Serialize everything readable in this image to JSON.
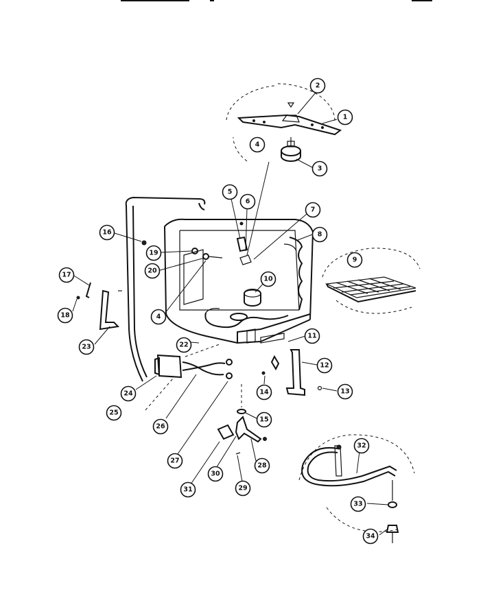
{
  "callouts": [
    {
      "id": "c1",
      "label": "1"
    },
    {
      "id": "c2",
      "label": "2"
    },
    {
      "id": "c3",
      "label": "3"
    },
    {
      "id": "c4a",
      "label": "4"
    },
    {
      "id": "c4b",
      "label": "4"
    },
    {
      "id": "c5",
      "label": "5"
    },
    {
      "id": "c6",
      "label": "6"
    },
    {
      "id": "c7",
      "label": "7"
    },
    {
      "id": "c8",
      "label": "8"
    },
    {
      "id": "c9",
      "label": "9"
    },
    {
      "id": "c10",
      "label": "10"
    },
    {
      "id": "c11",
      "label": "11"
    },
    {
      "id": "c12",
      "label": "12"
    },
    {
      "id": "c13",
      "label": "13"
    },
    {
      "id": "c14",
      "label": "14"
    },
    {
      "id": "c15",
      "label": "15"
    },
    {
      "id": "c16",
      "label": "16"
    },
    {
      "id": "c17",
      "label": "17"
    },
    {
      "id": "c18",
      "label": "18"
    },
    {
      "id": "c19",
      "label": "19"
    },
    {
      "id": "c20",
      "label": "20"
    },
    {
      "id": "c22",
      "label": "22"
    },
    {
      "id": "c23",
      "label": "23"
    },
    {
      "id": "c24",
      "label": "24"
    },
    {
      "id": "c25",
      "label": "25"
    },
    {
      "id": "c26",
      "label": "26"
    },
    {
      "id": "c27",
      "label": "27"
    },
    {
      "id": "c28",
      "label": "28"
    },
    {
      "id": "c29",
      "label": "29"
    },
    {
      "id": "c30",
      "label": "30"
    },
    {
      "id": "c31",
      "label": "31"
    },
    {
      "id": "c32",
      "label": "32"
    },
    {
      "id": "c33",
      "label": "33"
    },
    {
      "id": "c34",
      "label": "34"
    }
  ]
}
